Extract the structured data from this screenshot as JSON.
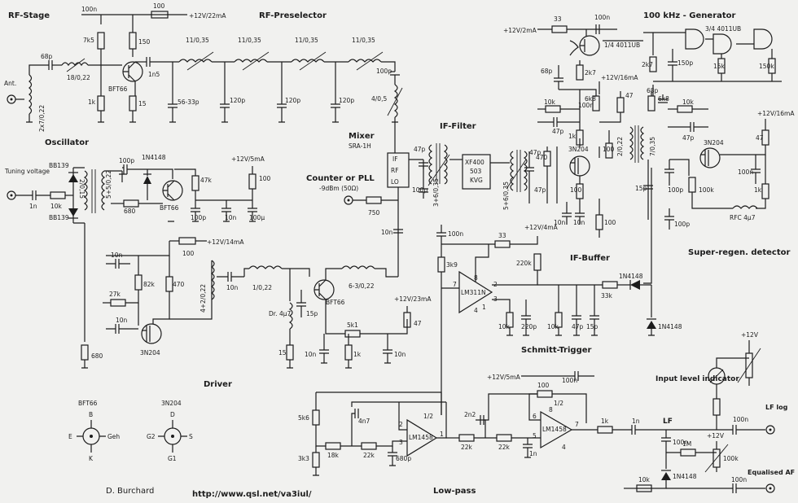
{
  "sections": {
    "rf_stage": "RF-Stage",
    "rf_preselector": "RF-Preselector",
    "generator": "100 kHz - Generator",
    "oscillator": "Oscillator",
    "mixer": "Mixer",
    "if_filter": "IF-Filter",
    "counter": "Counter or PLL",
    "counter_level": "-9dBm (50Ω)",
    "tuning_voltage": "Tuning voltage",
    "driver": "Driver",
    "if_buffer": "IF-Buffer",
    "schmitt": "Schmitt-Trigger",
    "super_regen": "Super-regen. detector",
    "low_pass": "Low-pass",
    "input_level": "Input level indicator",
    "author": "D. Burchard",
    "url": "http://www.qsl.net/va3iul/",
    "lf_log": "LF log",
    "equalised_af": "Equalised AF",
    "ant": "Ant."
  },
  "supplies": {
    "rf_stage": "+12V/22mA",
    "generator": "+12V/2mA",
    "super_regen_a": "+12V/16mA",
    "super_regen_b": "+12V/16mA",
    "oscillator": "+12V/5mA",
    "driver": "+12V/14mA",
    "buffer_23": "+12V/23mA",
    "schmitt": "+12V/4mA",
    "lowpass": "+12V/5mA",
    "level": "+12V",
    "equalised": "+12V"
  },
  "semis": {
    "bft66_rf": "BFT66",
    "bft66_osc": "BFT66",
    "bft66_drv": "BFT66",
    "j3n204_drv": "3N204",
    "j3n204_if": "3N204",
    "j3n204_reg": "3N204",
    "bb139_a": "BB139",
    "bb139_b": "BB139",
    "d1n4148_osc": "1N4148",
    "d1n4148_a": "1N4148",
    "d1n4148_b": "1N4148",
    "d1n4148_c": "1N4148",
    "lm311n": "LM311N",
    "lm1458_a": "LM1458",
    "lm1458_b": "LM1458",
    "half_a": "1/2",
    "half_b": "1/2",
    "quarter_a": "1/4  4011UB",
    "quarter_b": "3/4  4011UB",
    "mixer": "SRA-1H",
    "mixer_if": "IF",
    "mixer_rf": "RF",
    "mixer_lo": "LO",
    "xf": "XF400",
    "xf2": "503",
    "xf3": "KVG"
  },
  "pinouts": {
    "bft66_title": "BFT66",
    "bft66_b": "B",
    "bft66_e": "E",
    "bft66_k": "K",
    "bft66_geh": "Geh",
    "n3204_title": "3N204",
    "n3204_d": "D",
    "n3204_g2": "G2",
    "n3204_g1": "G1",
    "n3204_s": "S"
  },
  "values": {
    "c100n_top": "100n",
    "r100_top": "100",
    "c68p": "68p",
    "r7k5": "7k5",
    "r150": "150",
    "c1n5": "1n5",
    "r1k_rf": "1k",
    "r15_rf": "15",
    "l18": "18/0,22",
    "l2x7": "2x7/0,22",
    "l11a": "11/0,35",
    "l11b": "11/0,35",
    "l11c": "11/0,35",
    "l11d": "11/0,35",
    "c5633": "56-33p",
    "c120a": "120p",
    "c120b": "120p",
    "c120c": "120p",
    "c100p_pre": "100p",
    "l4": "4/0,5",
    "r33": "33",
    "c100n_gen": "100n",
    "r2k7a": "2k7",
    "r2k7b": "2k7",
    "c68p_g": "68p",
    "r6k8a": "6k8",
    "r6k8b": "6k8",
    "c150p": "150p",
    "r15k": "15k",
    "r150k": "150k",
    "r10k_g": "10k",
    "c47p_g": "47p",
    "c100n_g2": "100n",
    "r47_g": "47",
    "r1k_g": "1k",
    "r100_g": "100",
    "c68p_g2": "68p",
    "c47p_g2": "47p",
    "r10k_g2": "10k",
    "l2": "2/0,22",
    "l7": "7/0,35",
    "r47_reg": "47",
    "c100n_reg": "100n",
    "c100p_reg": "100p",
    "r100k_reg": "100k",
    "r1k_reg": "1k",
    "c100p_reg2": "100p",
    "rfc": "RFC 4μ7",
    "c15p_reg": "15p",
    "r100_if": "100",
    "c10n_if": "10n",
    "r100_if2": "100",
    "c47p_if": "47p",
    "c47p_if2": "47p",
    "l36": "3+6/0,35",
    "l56": "5+6/0,35",
    "c100p_if": "100p",
    "r470_if": "470",
    "c47p_if3": "47p",
    "c10n_if2": "10n",
    "c100p_osc": "100p",
    "r10k_osc": "10k",
    "c1n": "1n",
    "l215": "2/0,15",
    "l55": "5+5/0,22",
    "r680": "680",
    "r47k": "47k",
    "c100p_o2": "100p",
    "c10n_o": "10n",
    "c100u": "100μ",
    "r100_o": "100",
    "r750": "750",
    "c10n_mix": "10n",
    "c10n_d1": "10n",
    "c10n_d2": "10n",
    "r82k": "82k",
    "r27k": "27k",
    "r470_d": "470",
    "r680_d": "680",
    "l42": "4+2/0,22",
    "c10n_d3": "10n",
    "l1": "1/0,22",
    "dr": "Dr. 4μ7",
    "c15p_d": "15p",
    "r15_d": "15",
    "l63": "6-3/0,22",
    "c10n_d4": "10n",
    "r5k1": "5k1",
    "r1k_d": "1k",
    "c10n_d5": "10n",
    "r47_d": "47",
    "r100_d": "100",
    "c100n_s": "100n",
    "r33_s": "33",
    "r3k9": "3k9",
    "r220k": "220k",
    "r10k_s": "10k",
    "c220p": "220p",
    "r10k_s2": "10k",
    "c47p_s": "47p",
    "c15p_s": "15p",
    "r33k": "33k",
    "r5k6": "5k6",
    "r3k3": "3k3",
    "r18k": "18k",
    "c4n7": "4n7",
    "r22k_a": "22k",
    "c680p": "680p",
    "c2n2": "2n2",
    "r22k_b": "22k",
    "r22k_c": "22k",
    "c1n_l": "1n",
    "r100_l": "100",
    "c100n_l": "100n",
    "r1k_l": "1k",
    "c1n_l2": "1n",
    "lf": "LF",
    "c100n_lf": "100n",
    "r1m": "1M",
    "r100k_l": "100k",
    "c100n_eq": "100n",
    "r10k_eq": "10k",
    "c100n_l2": "100n",
    "pin2": "2",
    "pin3": "3",
    "pin7": "7",
    "pin8": "8",
    "pin4": "4",
    "pin1": "1",
    "pin5": "5",
    "pin6": "6"
  }
}
